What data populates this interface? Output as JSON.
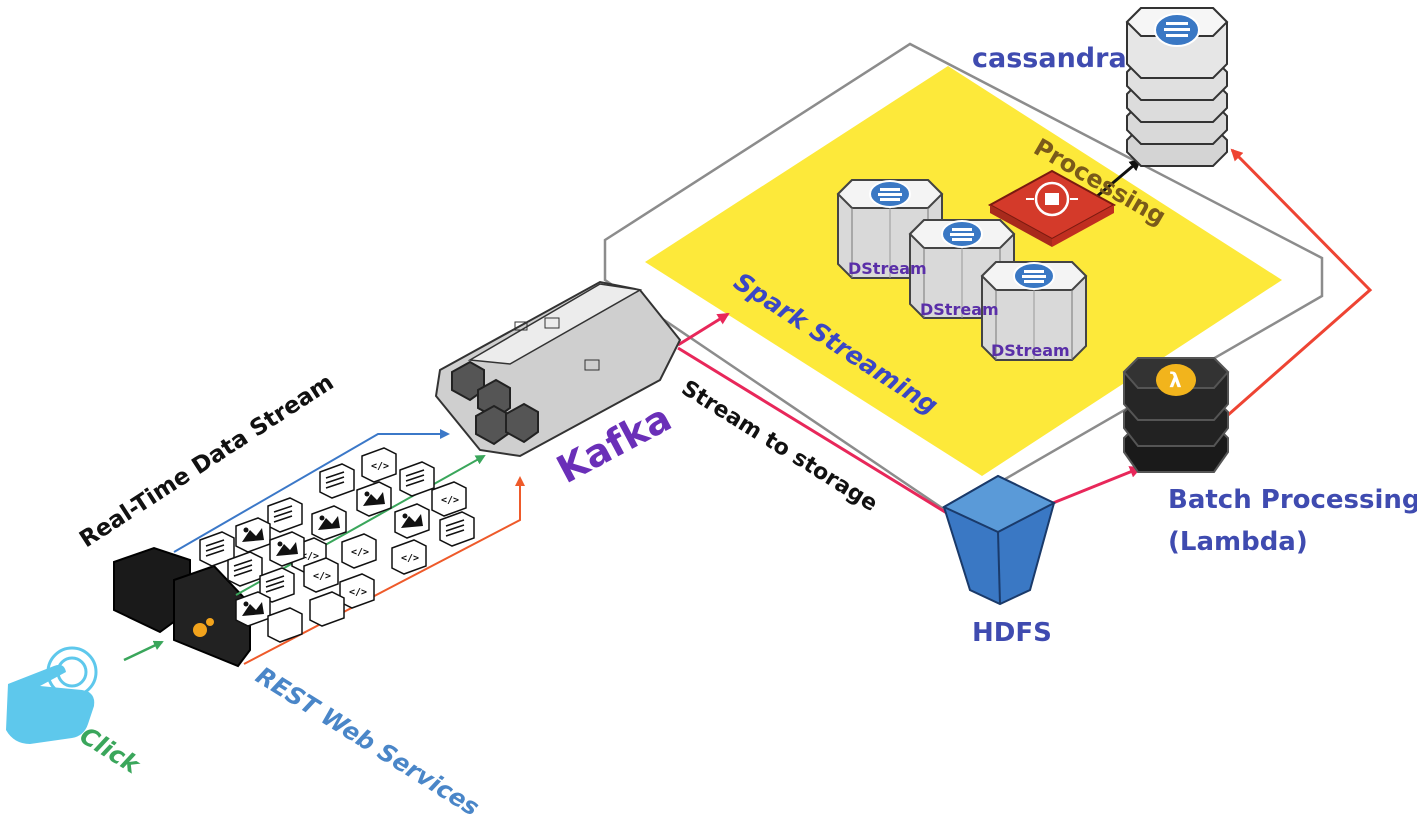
{
  "colors": {
    "platform_fill": "#f2f2f2",
    "platform_stroke": "#888888",
    "spark_area": "#fde93a",
    "arrow_blue": "#3b78c8",
    "arrow_green": "#3aa65b",
    "arrow_orange": "#ee5a2a",
    "arrow_pink": "#e8275a",
    "arrow_red": "#ee4433",
    "hdfs_blue": "#3a78c4",
    "label_blue": "#3f4bb0"
  },
  "labels": {
    "cassandra": "cassandra",
    "processing": "Processing",
    "spark_streaming": "Spark Streaming",
    "dstream": [
      "DStream",
      "DStream",
      "DStream"
    ],
    "kafka": "Kafka",
    "stream_to_storage": "Stream to storage",
    "real_time_data_stream": "Real-Time Data Stream",
    "hdfs": "HDFS",
    "batch_line1": "Batch Processing",
    "batch_line2": "(Lambda)",
    "rest_web_services": "REST Web Services",
    "click": "Click"
  },
  "icons": {
    "cassandra": "database-stack-icon",
    "spark_node": "spark-dstream-cylinder-icon",
    "processor": "red-processor-chip-icon",
    "kafka": "kafka-hexagon-cluster-icon",
    "hdfs": "hdfs-bucket-icon",
    "lambda": "lambda-stack-icon",
    "gateway": "rest-gateway-device-icon",
    "hand": "pointer-hand-icon",
    "documents": [
      "text-doc-icon",
      "image-doc-icon",
      "code-doc-icon",
      "blank-doc-icon"
    ]
  }
}
